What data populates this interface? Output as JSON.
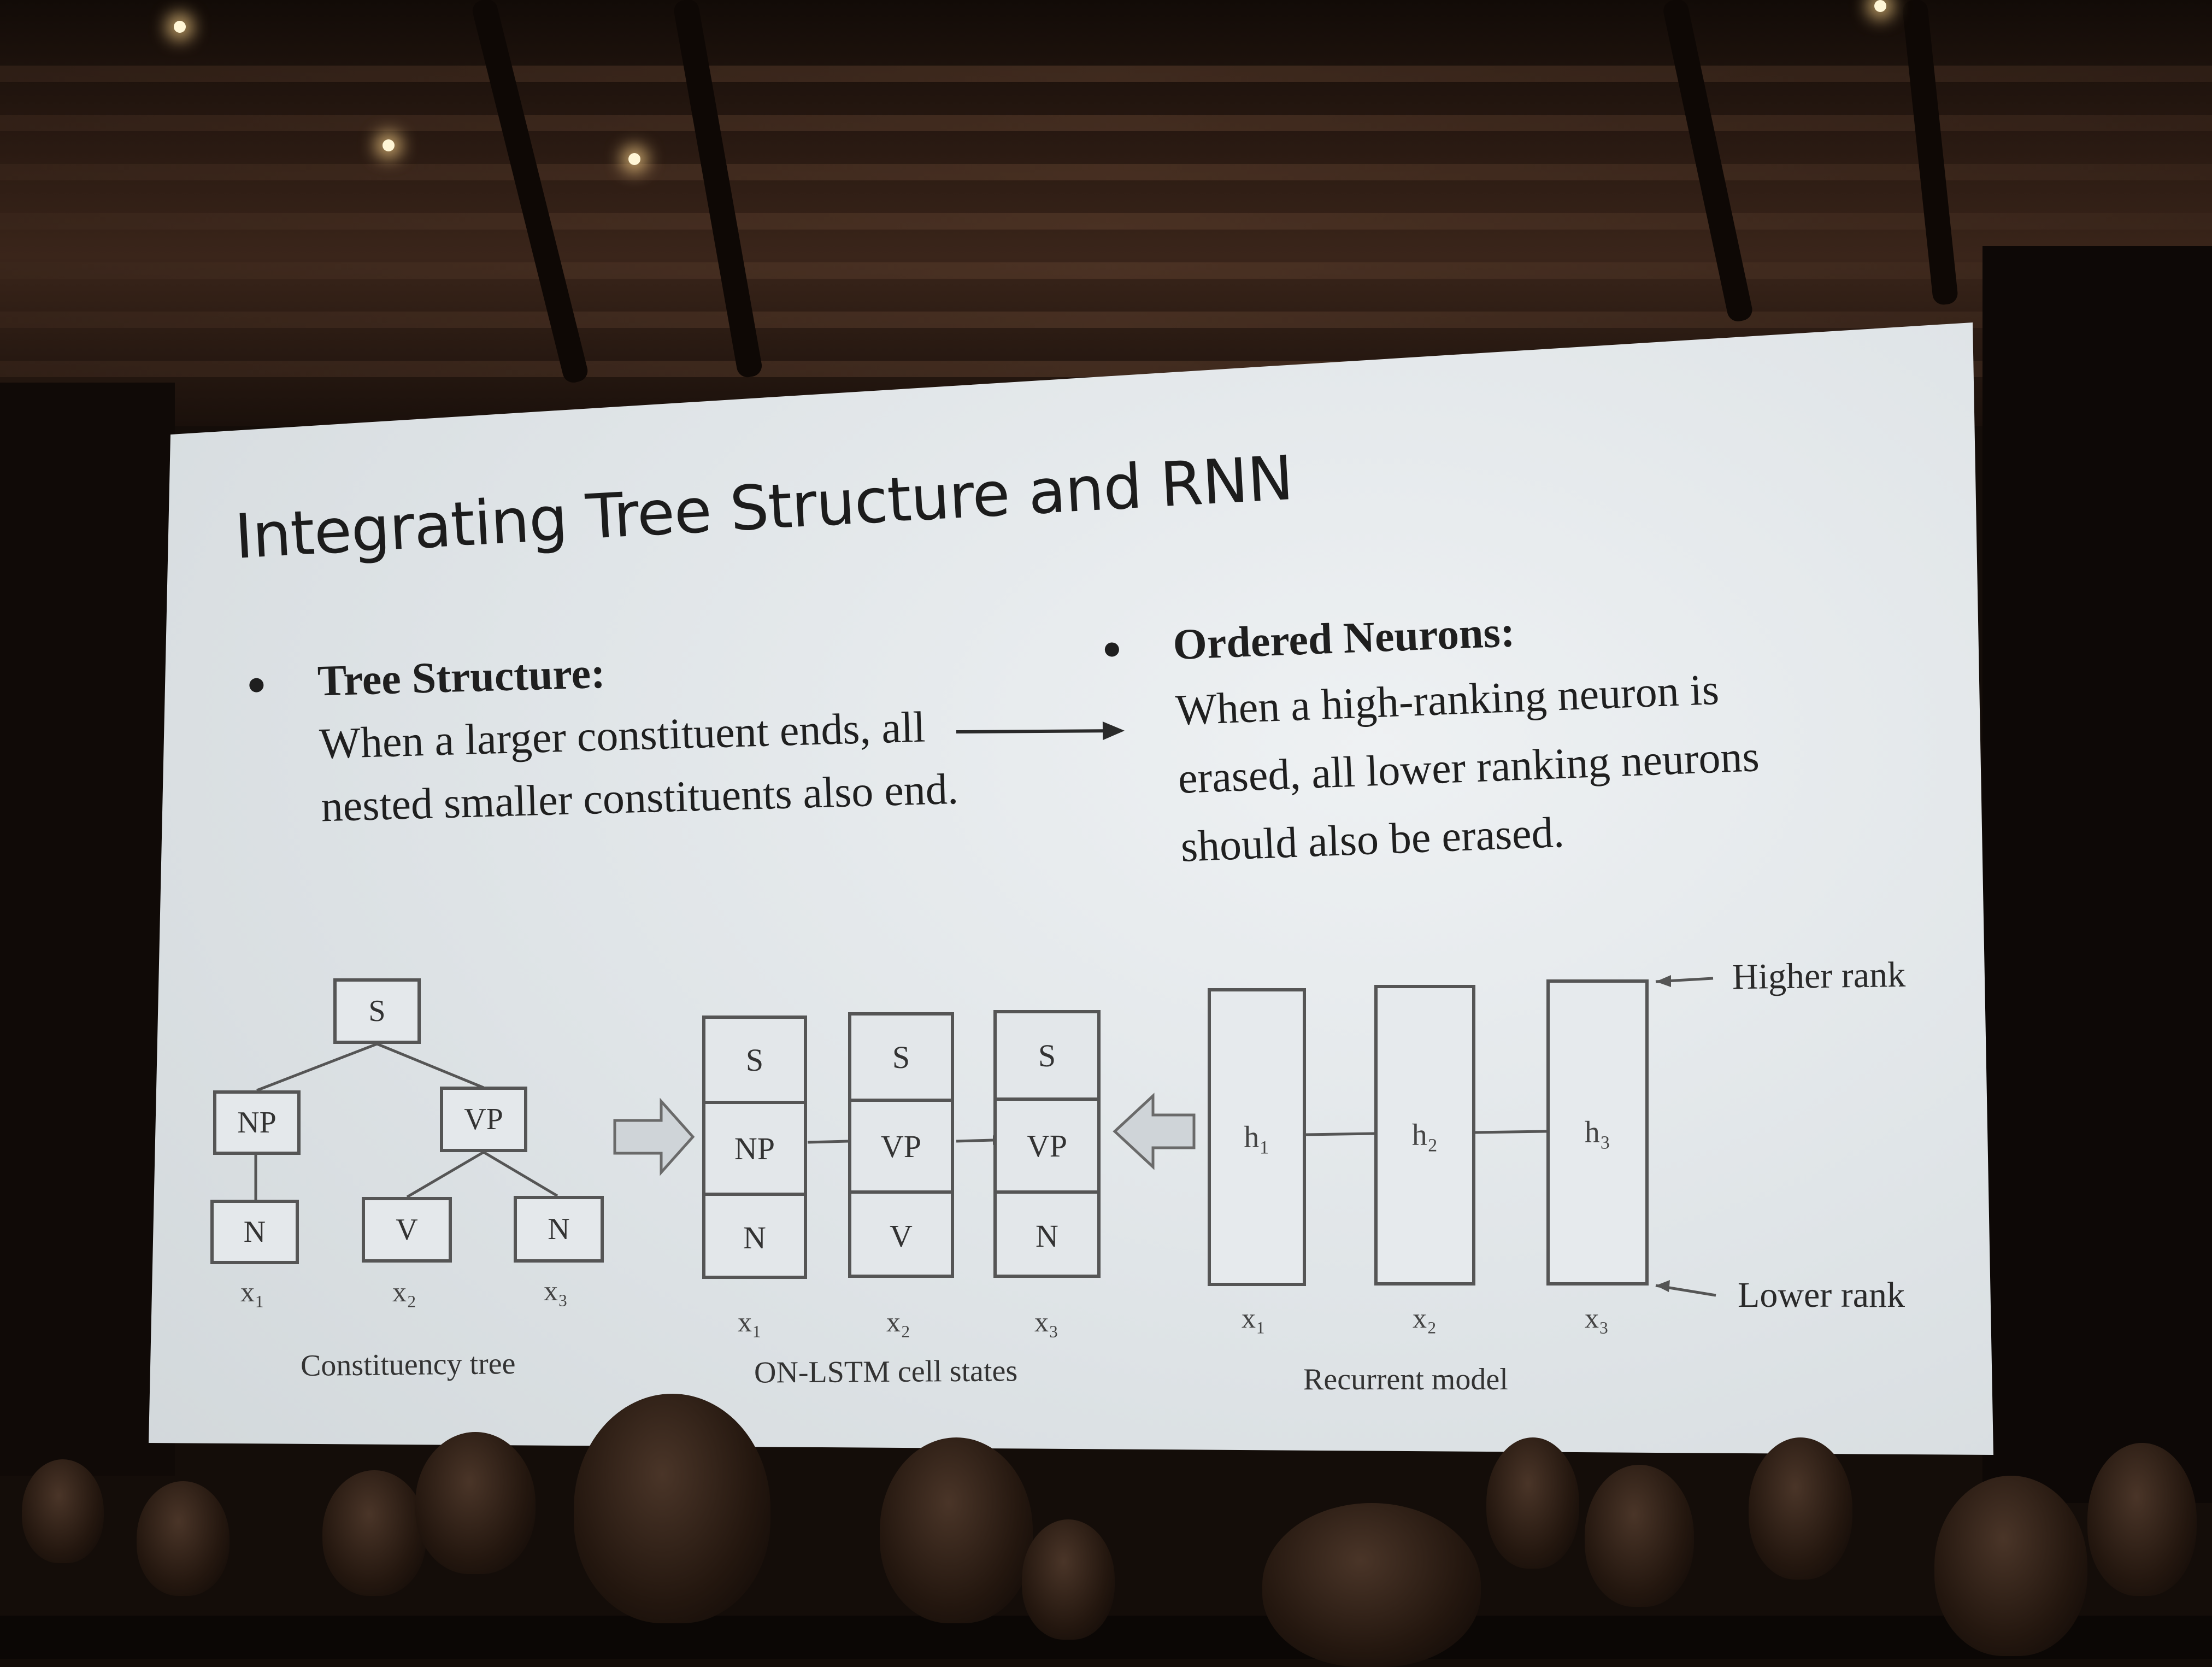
{
  "slide": {
    "title": "Integrating Tree Structure and RNN",
    "left_bullet": {
      "heading": "Tree Structure:",
      "lines": [
        "When a larger constituent ends, all",
        "nested smaller constituents also end."
      ]
    },
    "right_bullet": {
      "heading": "Ordered Neurons:",
      "lines": [
        "When a high-ranking neuron is",
        "erased, all lower ranking neurons",
        "should also be erased."
      ]
    }
  },
  "constituency_tree": {
    "root": "S",
    "level1": [
      "NP",
      "VP"
    ],
    "leaves": [
      "N",
      "V",
      "N"
    ],
    "inputs": [
      "x₁",
      "x₂",
      "x₃"
    ],
    "caption": "Constituency tree"
  },
  "onlstm": {
    "columns": [
      {
        "top": "S",
        "mid": "NP",
        "bottom": "N",
        "input": "x₁"
      },
      {
        "top": "S",
        "mid": "VP",
        "bottom": "V",
        "input": "x₂"
      },
      {
        "top": "S",
        "mid": "VP",
        "bottom": "N",
        "input": "x₃"
      }
    ],
    "caption": "ON-LSTM cell states"
  },
  "recurrent": {
    "hidden": [
      "h₁",
      "h₂",
      "h₃"
    ],
    "inputs": [
      "x₁",
      "x₂",
      "x₃"
    ],
    "caption": "Recurrent model",
    "higher_rank": "Higher rank",
    "lower_rank": "Lower rank"
  },
  "colors": {
    "screen": "#dfe4e7",
    "text": "#1f1f1f",
    "box_stroke": "#555555",
    "hall": "#140d09"
  }
}
